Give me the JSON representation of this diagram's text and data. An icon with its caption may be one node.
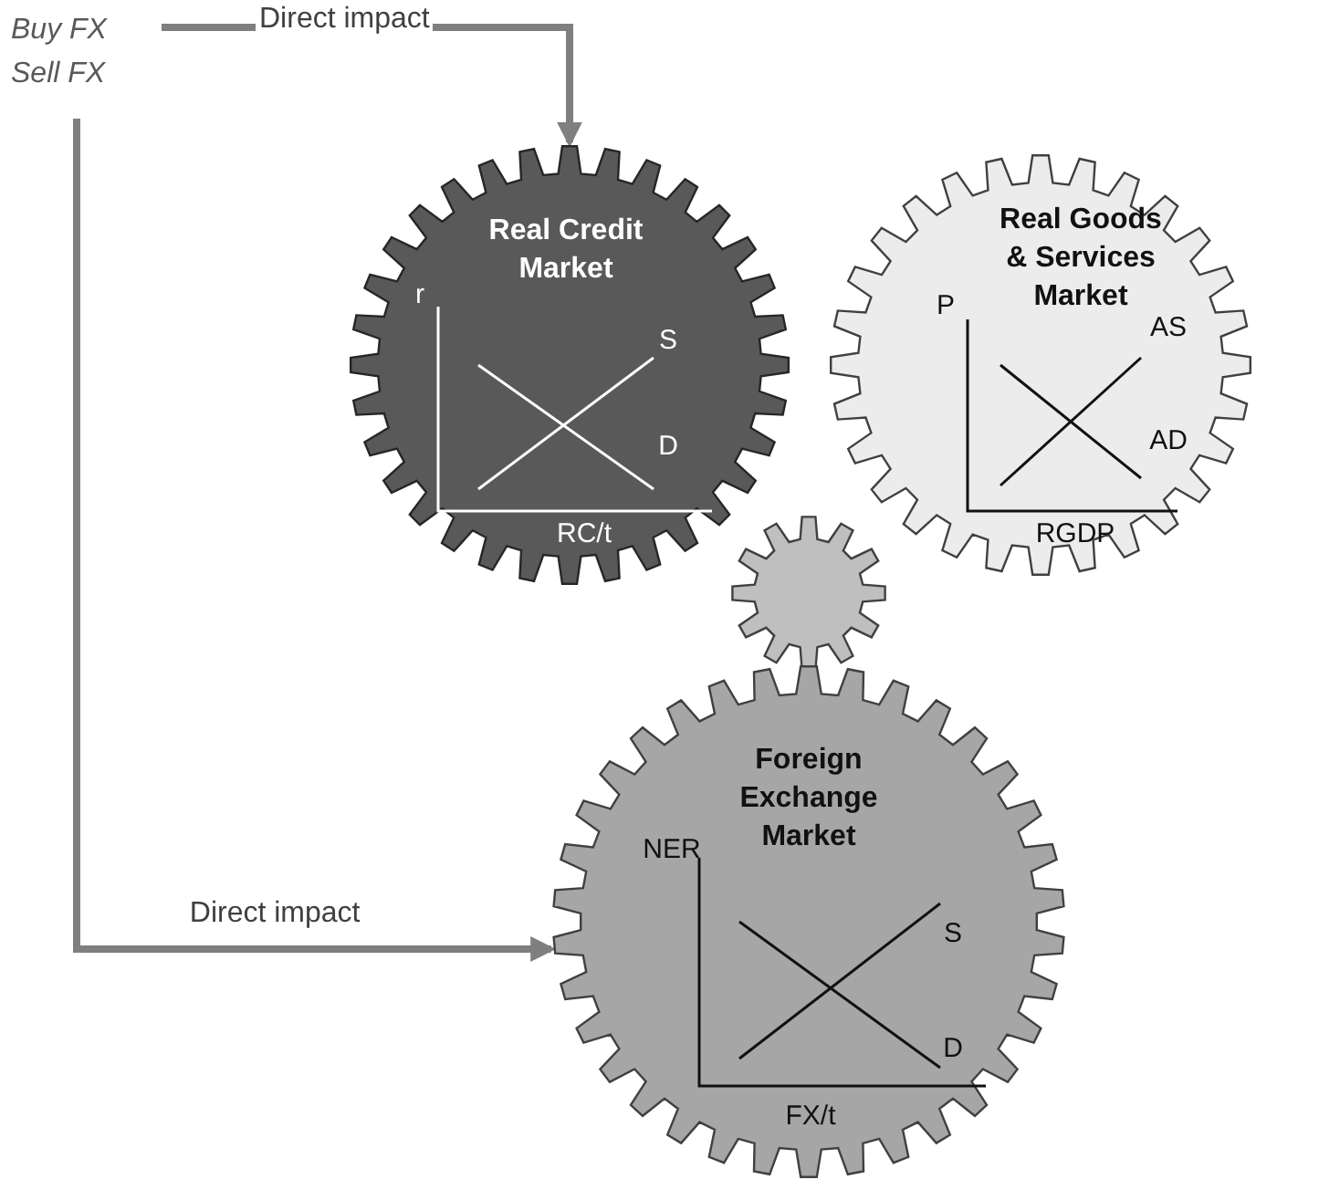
{
  "diagram": {
    "nodes": [
      {
        "text": [
          "Buy FX",
          "Sell FX"
        ]
      },
      {
        "text": [
          "Real Credit Market",
          "r",
          "S",
          "D",
          "RC/t"
        ]
      },
      {
        "text": [
          "Real Goods & Services Market",
          "P",
          "AS",
          "AD",
          "RGDP"
        ]
      },
      {
        "text": [],
        "shape": "gear"
      },
      {
        "text": [
          "Foreign Exchange Market",
          "NER",
          "S",
          "D",
          "FX/t"
        ]
      }
    ],
    "edges": [
      {
        "from": 0,
        "to": 1,
        "arrow": "to",
        "label": "Direct impact"
      },
      {
        "from": 0,
        "to": 4,
        "arrow": "to",
        "label": "Direct impact"
      }
    ]
  }
}
